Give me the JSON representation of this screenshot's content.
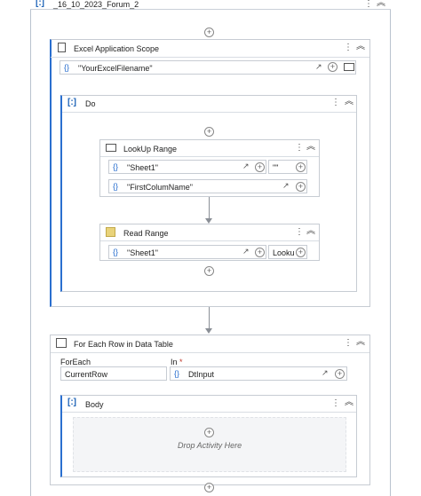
{
  "workflow": {
    "title": "_16_10_2023_Forum_2",
    "more_icon": "⋮",
    "collapse_icon": "⌃"
  },
  "excel_scope": {
    "title": "Excel Application Scope",
    "filename": "\"YourExcelFilename\"",
    "brace": "{}"
  },
  "do_block": {
    "title": "Do"
  },
  "lookup": {
    "title": "LookUp Range",
    "sheet": "\"Sheet1\"",
    "value": "\"\"",
    "column": "\"FirstColumName\""
  },
  "read_range": {
    "title": "Read Range",
    "sheet": "\"Sheet1\"",
    "output": "Looku"
  },
  "foreach": {
    "title": "For Each Row in Data Table",
    "foreach_label": "ForEach",
    "in_label": "In",
    "required_mark": "*",
    "foreach_value": "CurrentRow",
    "in_value": "DtInput"
  },
  "body_block": {
    "title": "Body",
    "drop_text": "Drop Activity Here"
  }
}
